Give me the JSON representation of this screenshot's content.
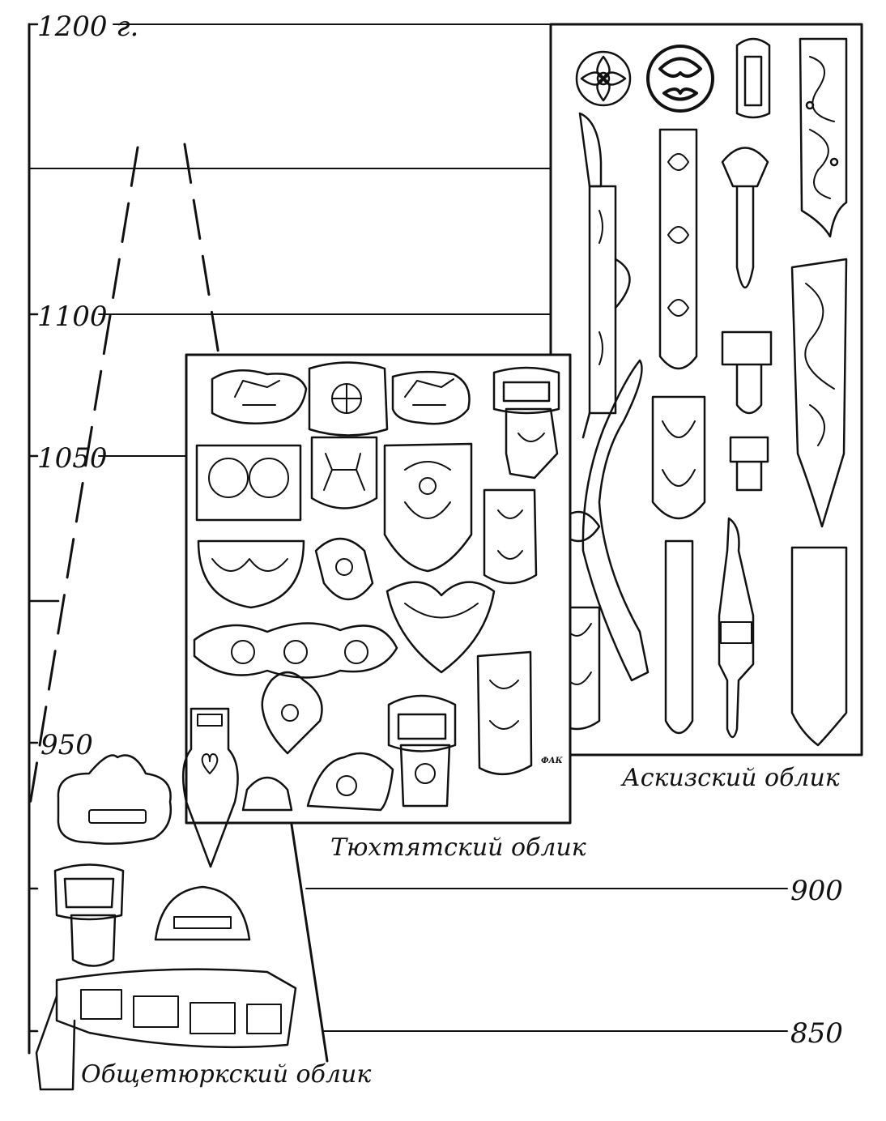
{
  "timeline": {
    "ticks": [
      {
        "label": "1200 г.",
        "year": 1200
      },
      {
        "label": "1100",
        "year": 1100
      },
      {
        "label": "1050",
        "year": 1050
      },
      {
        "label": "950",
        "year": 950
      },
      {
        "label": "900",
        "year": 900
      },
      {
        "label": "850",
        "year": 850
      }
    ]
  },
  "panels": {
    "askiz": {
      "caption": "Аскизский облик"
    },
    "tyukhtyat": {
      "caption": "Тюхтятский облик",
      "signature": "ФАК"
    },
    "obshcheturk": {
      "caption": "Общетюркский облик"
    }
  },
  "colors": {
    "ink": "#111111",
    "paper": "#ffffff"
  }
}
